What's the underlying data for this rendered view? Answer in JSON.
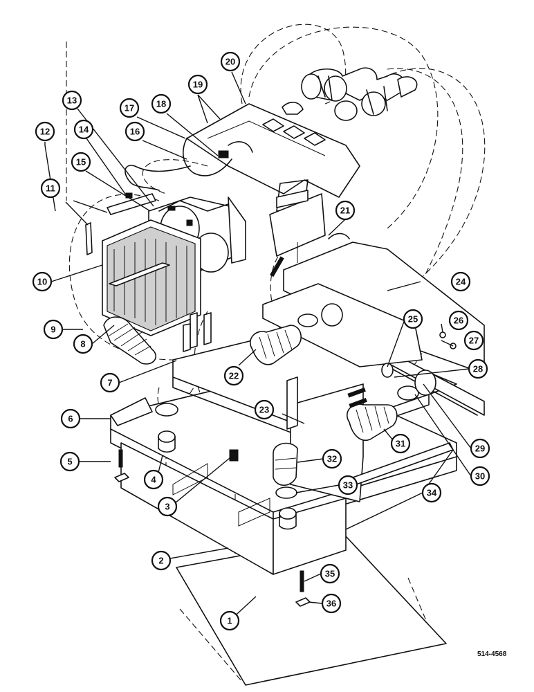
{
  "figure_reference": "514-4568",
  "callouts": [
    {
      "n": "1"
    },
    {
      "n": "2"
    },
    {
      "n": "3"
    },
    {
      "n": "4"
    },
    {
      "n": "5"
    },
    {
      "n": "6"
    },
    {
      "n": "7"
    },
    {
      "n": "8"
    },
    {
      "n": "9"
    },
    {
      "n": "10"
    },
    {
      "n": "11"
    },
    {
      "n": "12"
    },
    {
      "n": "13"
    },
    {
      "n": "14"
    },
    {
      "n": "15"
    },
    {
      "n": "16"
    },
    {
      "n": "17"
    },
    {
      "n": "18"
    },
    {
      "n": "19"
    },
    {
      "n": "20"
    },
    {
      "n": "21"
    },
    {
      "n": "22"
    },
    {
      "n": "23"
    },
    {
      "n": "24"
    },
    {
      "n": "25"
    },
    {
      "n": "26"
    },
    {
      "n": "27"
    },
    {
      "n": "28"
    },
    {
      "n": "29"
    },
    {
      "n": "30"
    },
    {
      "n": "31"
    },
    {
      "n": "32"
    },
    {
      "n": "33"
    },
    {
      "n": "34"
    },
    {
      "n": "35"
    },
    {
      "n": "36"
    }
  ]
}
